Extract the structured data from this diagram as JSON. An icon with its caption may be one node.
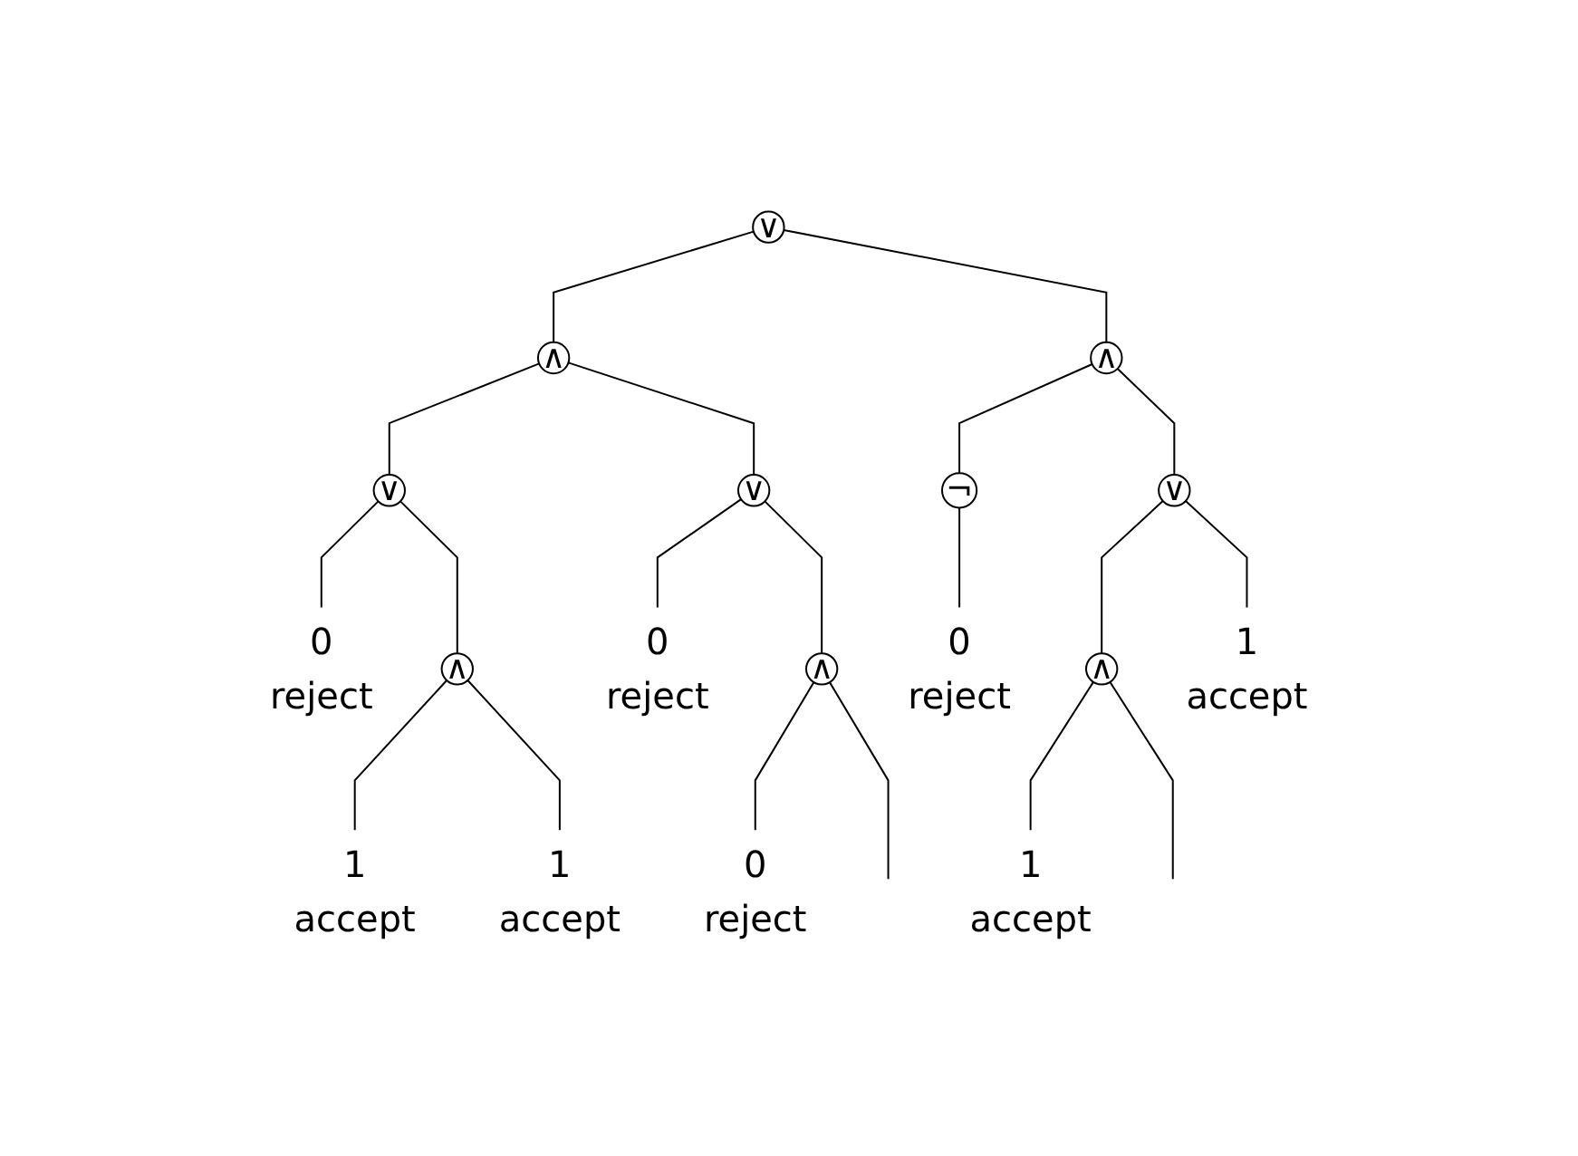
{
  "diagram": {
    "nodes": [
      {
        "text": [
          "∨"
        ]
      },
      {
        "text": [
          "∧"
        ]
      },
      {
        "text": [
          "∧"
        ]
      },
      {
        "text": [
          "∨"
        ]
      },
      {
        "text": [
          "∨"
        ]
      },
      {
        "text": [
          "¬"
        ]
      },
      {
        "text": [
          "∨"
        ]
      },
      {
        "text": [
          "reject"
        ],
        "beside": [
          "0"
        ]
      },
      {
        "text": [
          "∧"
        ]
      },
      {
        "text": [
          "reject"
        ],
        "beside": [
          "0"
        ]
      },
      {
        "text": [
          "∧"
        ]
      },
      {
        "text": [
          "reject"
        ],
        "beside": [
          "0"
        ]
      },
      {
        "text": [
          "∧"
        ]
      },
      {
        "text": [
          "accept"
        ],
        "beside": [
          "1"
        ]
      },
      {
        "text": [
          "accept"
        ],
        "beside": [
          "1"
        ]
      },
      {
        "text": [
          "accept"
        ],
        "beside": [
          "1"
        ]
      },
      {
        "text": [
          "reject"
        ],
        "beside": [
          "0"
        ]
      },
      {
        "text": [
          "accept"
        ],
        "beside": [
          "1"
        ]
      }
    ],
    "edges": [
      {
        "from": 0,
        "to": 1,
        "arrow": "none"
      },
      {
        "from": 0,
        "to": 2,
        "arrow": "none"
      },
      {
        "from": 1,
        "to": 3,
        "arrow": "none"
      },
      {
        "from": 1,
        "to": 4,
        "arrow": "none"
      },
      {
        "from": 2,
        "to": 5,
        "arrow": "none"
      },
      {
        "from": 2,
        "to": 6,
        "arrow": "none"
      },
      {
        "from": 3,
        "to": 7,
        "arrow": "none"
      },
      {
        "from": 3,
        "to": 8,
        "arrow": "none"
      },
      {
        "from": 4,
        "to": 9,
        "arrow": "none"
      },
      {
        "from": 4,
        "to": 10,
        "arrow": "none"
      },
      {
        "from": 5,
        "to": 11,
        "arrow": "none"
      },
      {
        "from": 6,
        "to": 12,
        "arrow": "none"
      },
      {
        "from": 6,
        "to": 13,
        "arrow": "none"
      },
      {
        "from": 8,
        "to": 14,
        "arrow": "none"
      },
      {
        "from": 8,
        "to": 15,
        "arrow": "none"
      },
      {
        "from": 10,
        "to": 16,
        "arrow": "none"
      },
      {
        "from": 10,
        "to": null,
        "arrow": "none"
      },
      {
        "from": 12,
        "to": 17,
        "arrow": "none"
      },
      {
        "from": 12,
        "to": null,
        "arrow": "none"
      }
    ]
  }
}
